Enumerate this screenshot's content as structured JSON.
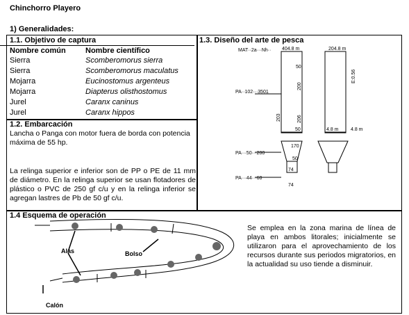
{
  "doc": {
    "title": "Chinchorro Playero",
    "general": "1) Generalidades:"
  },
  "objective": {
    "heading": "1.1. Objetivo de captura",
    "col_common": "Nombre común",
    "col_sci": "Nombre científico",
    "rows": [
      {
        "common": "Sierra",
        "sci": "Scomberomorus sierra"
      },
      {
        "common": "Sierra",
        "sci": "Scomberomorus maculatus"
      },
      {
        "common": "Mojarra",
        "sci": "Eucinostomus argenteus"
      },
      {
        "common": "Mojarra",
        "sci": "Diapterus olisthostomus"
      },
      {
        "common": "Jurel",
        "sci": "Caranx caninus"
      },
      {
        "common": "Jurel",
        "sci": "Caranx hippos"
      }
    ]
  },
  "boat": {
    "heading": "1.2. Embarcación",
    "text": "Lancha o Panga con motor fuera de borda con potencia máxima de 55 hp."
  },
  "relinga": {
    "text": "La relinga superior e inferior son de PP o PE de 11 mm de diámetro. En la relinga superior se usan flotadores de plástico o PVC de 250 gf c/u y en la relinga inferior se agregan lastres de Pb de 50 gf c/u."
  },
  "design": {
    "heading": "1.3. Diseño del arte de pesca",
    "labels": {
      "mat": "MAT··2a···Nh··",
      "top_left_len": "404.8 m",
      "top_right_len": "204.8 m",
      "pa1": "PA··102···3501",
      "d50": "50",
      "d200": "200",
      "d206": "206",
      "d203": "203",
      "d50b": "50",
      "e": "E:0.56",
      "m48a": "4.8 m",
      "m48b": "4.8 m",
      "pa2": "PA···50···200",
      "d170": "170",
      "d50c": "50",
      "pa3": "PA···44···60",
      "d74a": "74",
      "d74b": "74"
    }
  },
  "operation": {
    "heading": "1.4 Esquema de operación",
    "label_alas": "Alas",
    "label_bolso": "Bolso",
    "label_calon": "Calón",
    "text": "Se emplea en la zona marina de línea de playa en ambos litorales; inicialmente se utilizaron para el aprovechamiento de los recursos durante sus periodos migratorios, en la actualidad su uso tiende a disminuir."
  }
}
